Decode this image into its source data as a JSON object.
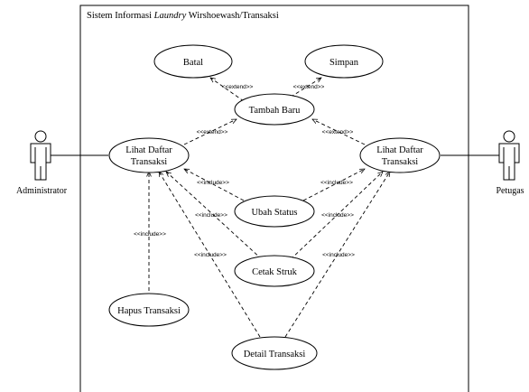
{
  "system": {
    "title_prefix": "Sistem Informasi ",
    "title_italic": "Laundry",
    "title_suffix": " Wirshoewash/Transaksi"
  },
  "actors": {
    "administrator": "Administrator",
    "petugas": "Petugas"
  },
  "usecases": {
    "batal": "Batal",
    "simpan": "Simpan",
    "tambah_baru": "Tambah Baru",
    "lihat_left_l1": "Lihat Daftar",
    "lihat_left_l2": "Transaksi",
    "lihat_right_l1": "Lihat Daftar",
    "lihat_right_l2": "Transaksi",
    "ubah_status": "Ubah Status",
    "cetak_struk": "Cetak Struk",
    "hapus_transaksi": "Hapus Transaksi",
    "detail_transaksi": "Detail Transaksi"
  },
  "relations": {
    "extend": "<<extend>>",
    "include": "<<include>>"
  }
}
